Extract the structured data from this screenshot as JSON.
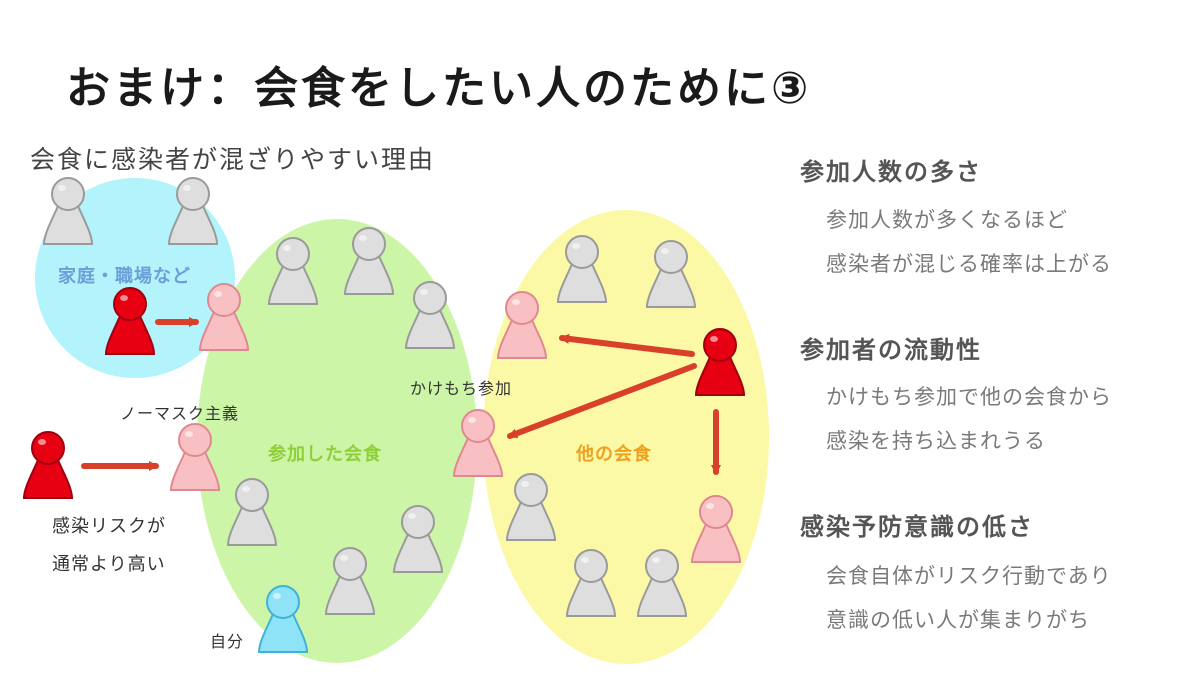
{
  "title": "おまけ：会食をしたい人のために③",
  "subtitle": "会食に感染者が混ざりやすい理由",
  "diagram": {
    "home_label": "家庭・職場など",
    "attended_label": "参加した会食",
    "other_label": "他の会食",
    "no_mask_label": "ノーマスク主義",
    "kakemochi_label": "かけもち参加",
    "high_risk_line1": "感染リスクが",
    "high_risk_line2": "通常より高い",
    "self_label": "自分"
  },
  "reasons": [
    {
      "heading": "参加人数の多さ",
      "line1": "参加人数が多くなるほど",
      "line2": "感染者が混じる確率は上がる"
    },
    {
      "heading": "参加者の流動性",
      "line1": "かけもち参加で他の会食から",
      "line2": "感染を持ち込まれうる"
    },
    {
      "heading": "感染予防意識の低さ",
      "line1": "会食自体がリスク行動であり",
      "line2": "意識の低い人が集まりがち"
    }
  ],
  "colors": {
    "home_region": "#b3f3fb",
    "attended_region": "#ccf5a8",
    "other_region": "#fbf9a6",
    "home_label": "#6a9fd8",
    "attended_label": "#8fcf3a",
    "other_label": "#f0a020",
    "infected": "#e60012",
    "exposed": "#f9c0c4",
    "normal": "#dedede",
    "self": "#8ee3f7",
    "arrow": "#d9402a"
  }
}
